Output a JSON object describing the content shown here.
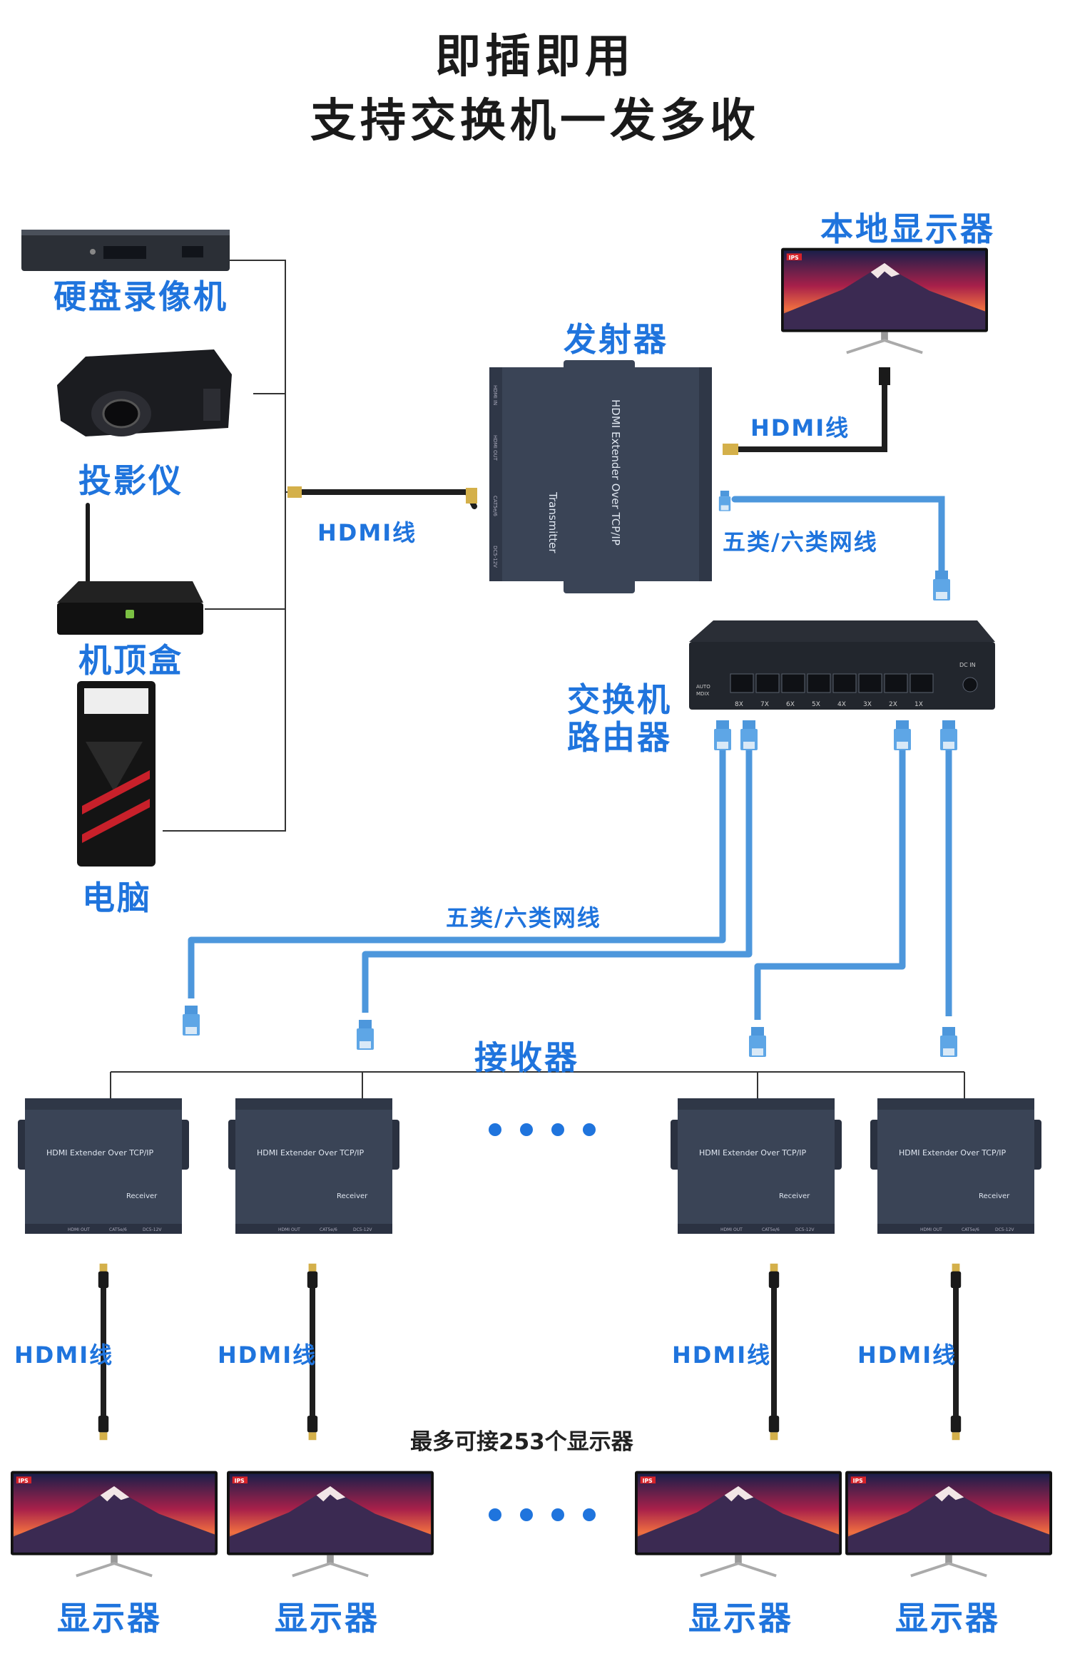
{
  "header": {
    "line1": "即插即用",
    "line2": "支持交换机一发多收"
  },
  "sources": [
    {
      "label": "硬盘录像机",
      "icon": "dvr-recorder-icon"
    },
    {
      "label": "投影仪",
      "icon": "projector-icon"
    },
    {
      "label": "机顶盒",
      "icon": "set-top-box-icon"
    },
    {
      "label": "电脑",
      "icon": "desktop-pc-icon"
    }
  ],
  "transmitter": {
    "label": "发射器",
    "face_title": "HDMI Extender Over TCP/IP",
    "face_sub": "Transmitter",
    "port_labels": [
      "HDMI IN",
      "HDMI OUT",
      "CAT5e/6",
      "DC5-12V"
    ]
  },
  "local_display": {
    "label": "本地显示器",
    "badge": "IPS"
  },
  "switch": {
    "label_line1": "交换机",
    "label_line2": "路由器",
    "port_labels": [
      "8X",
      "7X",
      "6X",
      "5X",
      "4X",
      "3X",
      "2X",
      "1X"
    ],
    "corner_label": "DC IN",
    "auto_label": "AUTO MDIX"
  },
  "cables": {
    "hdmi": "HDMI线",
    "network": "五类/六类网线"
  },
  "receivers": {
    "label": "接收器",
    "face_title": "HDMI Extender Over TCP/IP",
    "face_sub": "Receiver",
    "port_labels": [
      "HDMI OUT",
      "CAT5e/6",
      "DC5-12V"
    ],
    "count": 4
  },
  "max_note": "最多可接253个显示器",
  "displays": {
    "label": "显示器",
    "badge": "IPS",
    "count": 4
  },
  "colors": {
    "accent": "#1f74dd",
    "cable_blue": "#4d97dc",
    "device_dark": "#3a4456",
    "hdmi_cable": "#1e1e1e",
    "wire_line": "#333333"
  }
}
